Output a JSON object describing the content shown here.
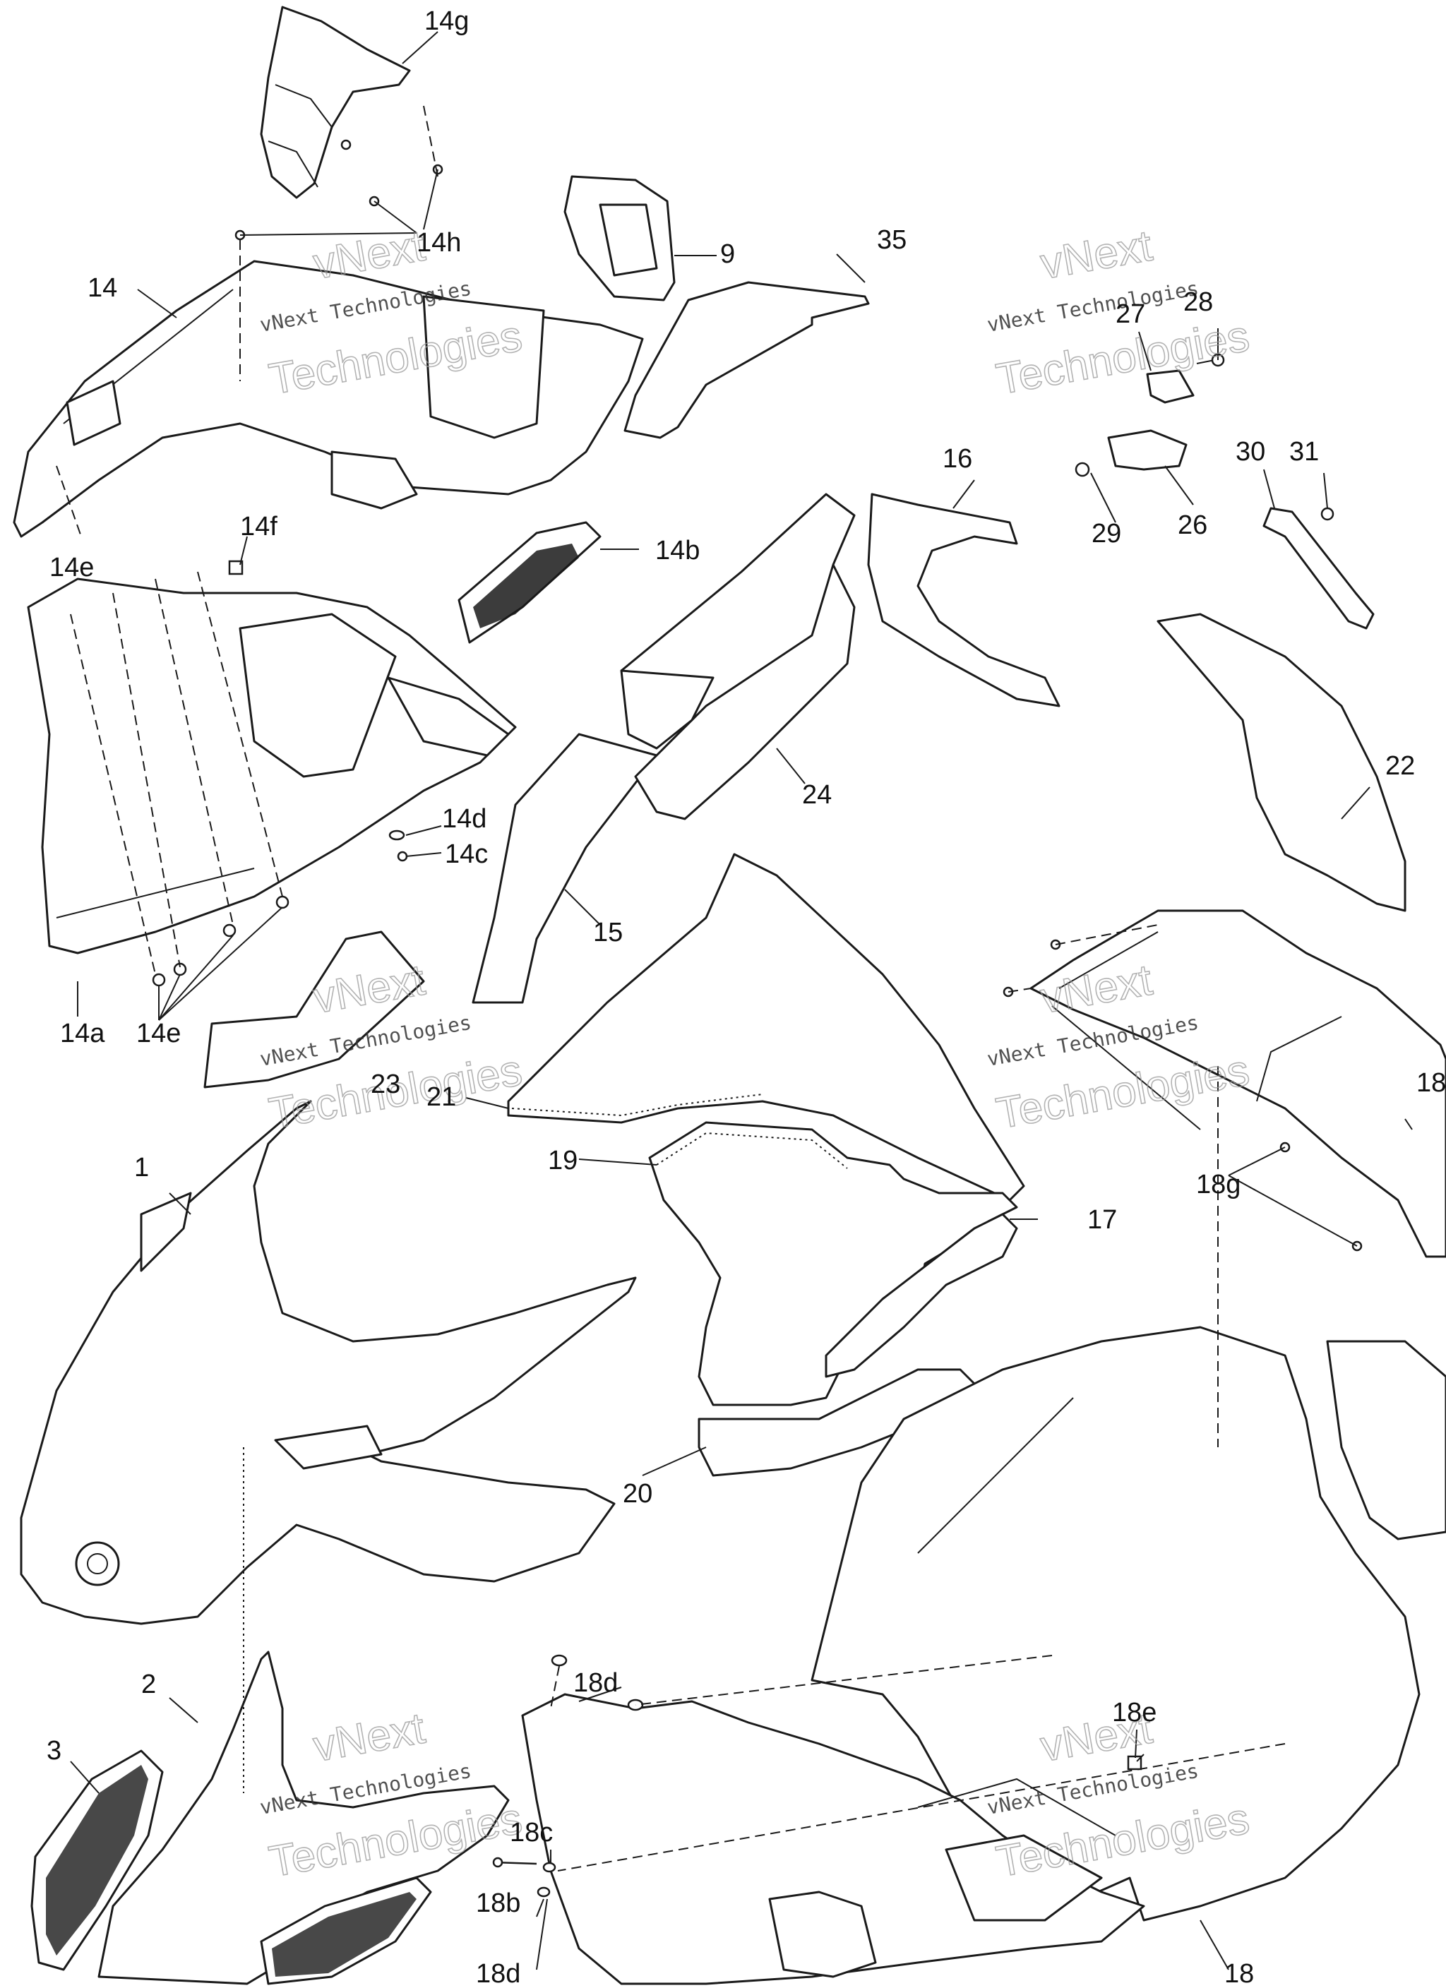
{
  "watermark": {
    "line1": "vNext Technologies",
    "big_a": "vNext",
    "big_b": "Technologies"
  },
  "callouts": {
    "c1": "1",
    "c2": "2",
    "c3": "3",
    "c9": "9",
    "c14": "14",
    "c14a": "14a",
    "c14b": "14b",
    "c14c": "14c",
    "c14d": "14d",
    "c14e_top": "14e",
    "c14e_bottom": "14e",
    "c14f": "14f",
    "c14g": "14g",
    "c14h": "14h",
    "c15": "15",
    "c16": "16",
    "c17": "17",
    "c18_right": "18",
    "c18_bottom": "18",
    "c18b": "18b",
    "c18c": "18c",
    "c18d_top": "18d",
    "c18d_bottom": "18d",
    "c18e": "18e",
    "c18g": "18g",
    "c19": "19",
    "c20": "20",
    "c21": "21",
    "c22": "22",
    "c23": "23",
    "c24": "24",
    "c26": "26",
    "c27": "27",
    "c28": "28",
    "c29": "29",
    "c30": "30",
    "c31": "31",
    "c35": "35"
  }
}
